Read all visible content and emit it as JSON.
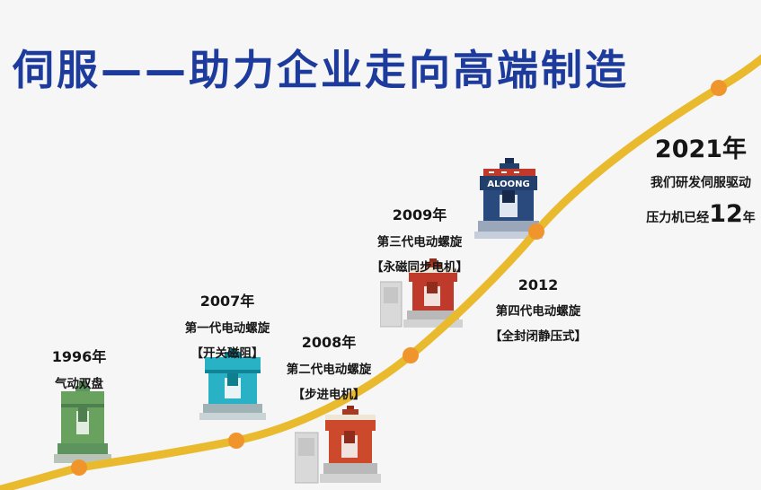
{
  "title": {
    "text": "伺服——助力企业走向高端制造"
  },
  "colors": {
    "title": "#1d3b9d",
    "curve": "#eaba2e",
    "dot": "#f0952c",
    "background": "#f6f6f6",
    "machine_1996": "#69a25f",
    "machine_2007": "#29b2c6",
    "machine_2008": "#cc4a2b",
    "machine_2009": "#c03a2b",
    "machine_2012": "#223f6b"
  },
  "milestones": [
    {
      "id": "1996",
      "year": "1996年",
      "lines": [
        "气动双盘"
      ]
    },
    {
      "id": "2007",
      "year": "2007年",
      "lines": [
        "第一代电动螺旋",
        "【开关磁阻】"
      ]
    },
    {
      "id": "2008",
      "year": "2008年",
      "lines": [
        "第二代电动螺旋",
        "【步进电机】"
      ]
    },
    {
      "id": "2009",
      "year": "2009年",
      "lines": [
        "第三代电动螺旋",
        "【永磁同步电机】"
      ]
    },
    {
      "id": "2012",
      "year": "2012",
      "lines": [
        "第四代电动螺旋",
        "【全封闭静压式】"
      ],
      "machine_label": "ALOONG"
    },
    {
      "id": "2021",
      "year": "2021年",
      "line1": "我们研发伺服驱动",
      "line2_prefix": "压力机已经",
      "line2_number": "12",
      "line2_suffix": "年"
    }
  ]
}
